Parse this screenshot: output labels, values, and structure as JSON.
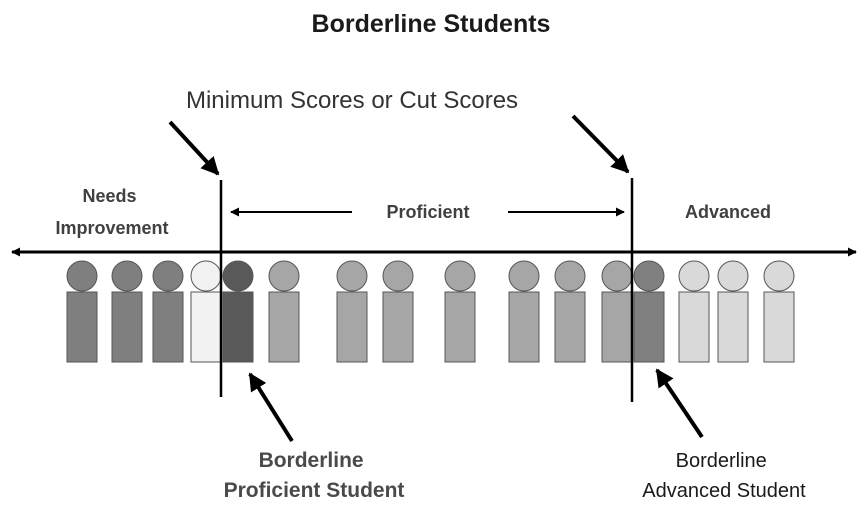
{
  "title": "Borderline Students",
  "cut_scores_label": "Minimum Scores or Cut Scores",
  "zones": {
    "needs_improvement_line1": "Needs",
    "needs_improvement_line2": "Improvement",
    "proficient": "Proficient",
    "advanced": "Advanced"
  },
  "borderline_proficient": {
    "line1": "Borderline",
    "line2": "Proficient Student"
  },
  "borderline_advanced": {
    "line1": "Borderline",
    "line2": "Advanced Student"
  },
  "colors": {
    "needs_improvement": "#7f7f7f",
    "borderline_ni": "#f2f2f2",
    "borderline_proficient": "#595959",
    "proficient": "#a6a6a6",
    "borderline_advanced": "#808080",
    "advanced": "#d9d9d9",
    "line": "#000000"
  },
  "students": [
    {
      "group": "needs_improvement"
    },
    {
      "group": "needs_improvement"
    },
    {
      "group": "needs_improvement"
    },
    {
      "group": "borderline_ni"
    },
    {
      "group": "borderline_proficient"
    },
    {
      "group": "proficient"
    },
    {
      "group": "proficient"
    },
    {
      "group": "proficient"
    },
    {
      "group": "proficient"
    },
    {
      "group": "proficient"
    },
    {
      "group": "proficient"
    },
    {
      "group": "proficient"
    },
    {
      "group": "borderline_advanced"
    },
    {
      "group": "advanced"
    },
    {
      "group": "advanced"
    },
    {
      "group": "advanced"
    }
  ]
}
